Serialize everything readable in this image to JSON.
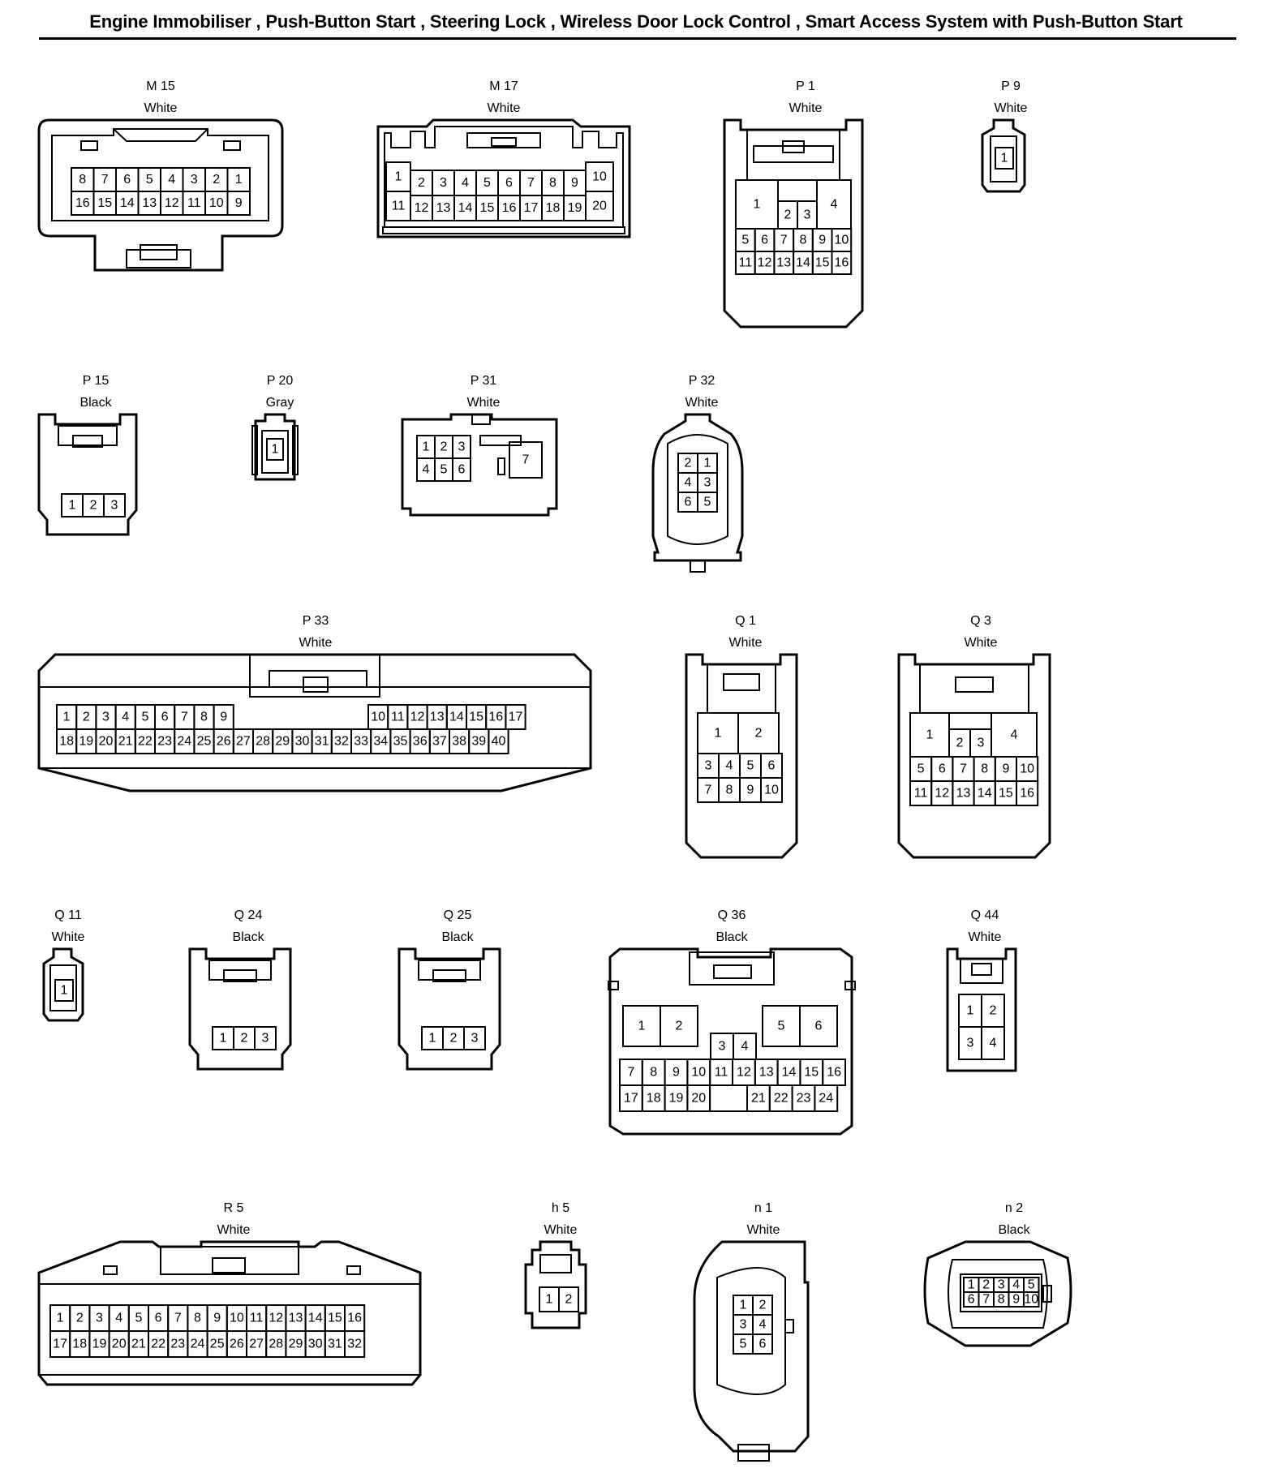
{
  "title": "Engine Immobiliser , Push-Button Start , Steering Lock , Wireless Door Lock Control , Smart Access System with Push-Button Start",
  "connectors": [
    {
      "id": "M 15",
      "color": "White"
    },
    {
      "id": "M 17",
      "color": "White"
    },
    {
      "id": "P 1",
      "color": "White"
    },
    {
      "id": "P 9",
      "color": "White"
    },
    {
      "id": "P 15",
      "color": "Black"
    },
    {
      "id": "P 20",
      "color": "Gray"
    },
    {
      "id": "P 31",
      "color": "White"
    },
    {
      "id": "P 32",
      "color": "White"
    },
    {
      "id": "P 33",
      "color": "White"
    },
    {
      "id": "Q 1",
      "color": "White"
    },
    {
      "id": "Q 3",
      "color": "White"
    },
    {
      "id": "Q 11",
      "color": "White"
    },
    {
      "id": "Q 24",
      "color": "Black"
    },
    {
      "id": "Q 25",
      "color": "Black"
    },
    {
      "id": "Q 36",
      "color": "Black"
    },
    {
      "id": "Q 44",
      "color": "White"
    },
    {
      "id": "R 5",
      "color": "White"
    },
    {
      "id": "h 5",
      "color": "White"
    },
    {
      "id": "n 1",
      "color": "White"
    },
    {
      "id": "n 2",
      "color": "Black"
    }
  ]
}
